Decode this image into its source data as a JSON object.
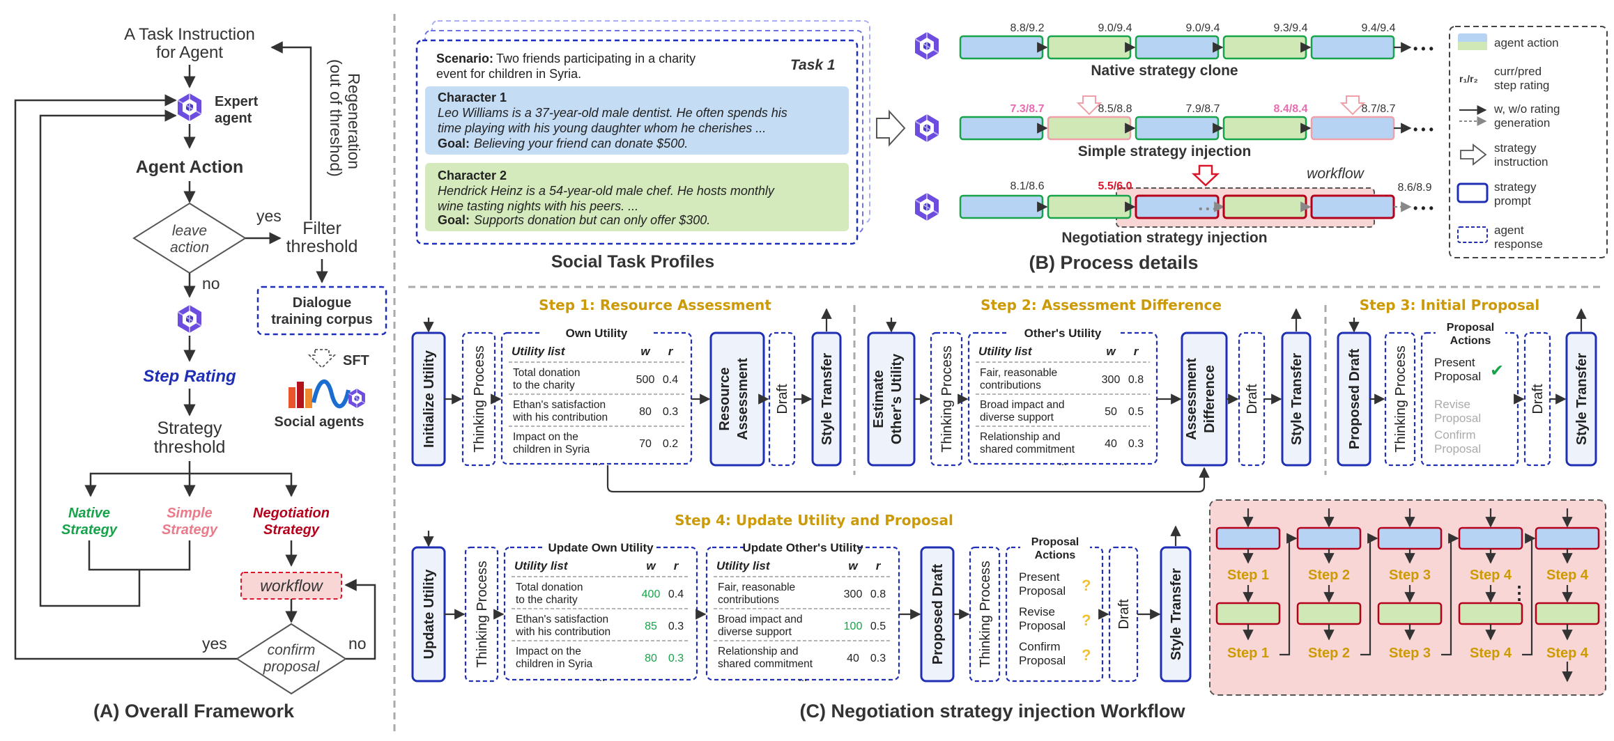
{
  "colors": {
    "agent_action": "#b7d3f3",
    "green": "#cfe8b6",
    "rose": "#f9d6d6",
    "navy": "#1f2fb5",
    "gold": "#cc9a06",
    "strategy_green": "#17a34a",
    "strategy_pink": "#e97b8a",
    "strategy_red": "#b5001b",
    "rating_red": "#d9162a",
    "rating_pink": "#e96bb0"
  },
  "panelA": {
    "task_instruction": [
      "A Task Instruction",
      "for Agent"
    ],
    "expert_agent": [
      "Expert",
      "agent"
    ],
    "agent_action": "Agent Action",
    "leave_action": [
      "leave",
      "action"
    ],
    "yes": "yes",
    "no": "no",
    "filter_threshold": [
      "Filter",
      "threshold"
    ],
    "regeneration": [
      "Regeneration",
      "(out of threshod)"
    ],
    "dialogue_corpus": [
      "Dialogue",
      "training corpus"
    ],
    "sft": "SFT",
    "social_agents": "Social agents",
    "step_rating": "Step Rating",
    "strategy_threshold": [
      "Strategy",
      "threshold"
    ],
    "native_strategy": [
      "Native",
      "Strategy"
    ],
    "simple_strategy": [
      "Simple",
      "Strategy"
    ],
    "negotiation_strategy": [
      "Negotiation",
      "Strategy"
    ],
    "workflow": "workflow",
    "confirm_proposal": [
      "confirm",
      "proposal"
    ],
    "yes2": "yes",
    "no2": "no",
    "caption": "(A) Overall Framework"
  },
  "panelB": {
    "scenario_label": "Scenario:",
    "scenario_text": [
      "Two friends participating in a charity",
      "event for children in Syria."
    ],
    "task": "Task 1",
    "char1_title": "Character 1",
    "char1_text": [
      "Leo Williams is a 37-year-old male dentist. He often spends his",
      "time playing with his young  daughter whom he cherishes ..."
    ],
    "char1_goal_label": "Goal:",
    "char1_goal": "Believing your friend can donate $500.",
    "char2_title": "Character 2",
    "char2_text": [
      "Hendrick Heinz is a 54-year-old male chef. He hosts monthly",
      "wine tasting nights with his peers. ..."
    ],
    "char2_goal_label": "Goal:",
    "char2_goal": "Supports donation but can only offer $300.",
    "profiles_caption": "Social Task Profiles",
    "row1_ratings": [
      "8.8/9.2",
      "9.0/9.4",
      "9.0/9.4",
      "9.3/9.4",
      "9.4/9.4"
    ],
    "row1_label": "Native strategy clone",
    "row2_ratings": [
      "7.3/8.7",
      "8.5/8.8",
      "7.9/8.7",
      "8.4/8.4",
      "8.7/8.7"
    ],
    "row2_label": "Simple strategy injection",
    "row3_ratings": [
      "8.1/8.6",
      "5.5/6.0",
      "8.6/8.9"
    ],
    "workflow_label": "workflow",
    "row3_label": "Negotiation strategy injection",
    "ellipsis": "• • •",
    "caption": "(B) Process details",
    "legend": {
      "agent_action": "agent action",
      "ratio": "r₁/r₂",
      "curr_pred": [
        "curr/pred",
        "step rating"
      ],
      "ww_o": [
        "w, w/o rating",
        "generation"
      ],
      "strategy_instruction": [
        "strategy",
        "instruction"
      ],
      "strategy_prompt": [
        "strategy",
        "prompt"
      ],
      "agent_response": [
        "agent",
        "response"
      ]
    }
  },
  "panelC": {
    "step1_title": "Step 1: Resource Assessment",
    "step2_title": "Step 2: Assessment Difference",
    "step3_title": "Step 3: Initial Proposal",
    "step4_title": "Step 4: Update Utility and Proposal",
    "initialize_utility": "Initialize Utility",
    "thinking_process": "Thinking Process",
    "own_utility": "Own Utility",
    "utility_list": "Utility list",
    "w": "w",
    "r": "r",
    "own_rows": [
      {
        "label": [
          "Total donation",
          "to the charity"
        ],
        "w": "500",
        "r": "0.4"
      },
      {
        "label": [
          "Ethan's satisfaction",
          "with his contribution"
        ],
        "w": "80",
        "r": "0.3"
      },
      {
        "label": [
          "Impact on the",
          "children in Syria"
        ],
        "w": "70",
        "r": "0.2"
      }
    ],
    "resource_assessment": [
      "Resource",
      "Assessment"
    ],
    "draft": "Draft",
    "style_transfer": "Style Transfer",
    "estimate_others": [
      "Estimate",
      "Other's Utility"
    ],
    "others_utility": "Other's Utility",
    "other_rows": [
      {
        "label": [
          "Fair, reasonable",
          "contributions"
        ],
        "w": "300",
        "r": "0.8"
      },
      {
        "label": [
          "Broad impact and",
          "diverse support"
        ],
        "w": "50",
        "r": "0.5"
      },
      {
        "label": [
          "Relationship and",
          "shared commitment"
        ],
        "w": "40",
        "r": "0.3"
      }
    ],
    "assessment_difference": [
      "Assessment",
      "Difference"
    ],
    "proposed_draft": "Proposed Draft",
    "proposal_actions": [
      "Proposal",
      "Actions"
    ],
    "present_proposal": [
      "Present",
      "Proposal"
    ],
    "revise_proposal": [
      "Revise",
      "Proposal"
    ],
    "confirm_proposal": [
      "Confirm",
      "Proposal"
    ],
    "update_utility": "Update Utility",
    "update_own": "Update Own Utility",
    "update_other": "Update Other's Utility",
    "own_rows4": [
      {
        "label": [
          "Total donation",
          "to the charity"
        ],
        "w": "400",
        "r": "0.4"
      },
      {
        "label": [
          "Ethan's satisfaction",
          "with his contribution"
        ],
        "w": "85",
        "r": "0.3"
      },
      {
        "label": [
          "Impact on the",
          "children in Syria"
        ],
        "w": "80",
        "r": "0.3"
      }
    ],
    "other_rows4": [
      {
        "label": [
          "Fair, reasonable",
          "contributions"
        ],
        "w": "300",
        "r": "0.8"
      },
      {
        "label": [
          "Broad impact and",
          "diverse support"
        ],
        "w": "100",
        "r": "0.5"
      },
      {
        "label": [
          "Relationship and",
          "shared commitment"
        ],
        "w": "40",
        "r": "0.3"
      }
    ],
    "qmark": "?",
    "check": "✔",
    "steps_top": [
      "Step 1",
      "Step 2",
      "Step 3",
      "Step 4",
      "Step 4"
    ],
    "steps_bottom": [
      "Step 1",
      "Step 2",
      "Step 3",
      "Step 4",
      "Step 4"
    ],
    "caption": "(C) Negotiation strategy injection Workflow"
  }
}
